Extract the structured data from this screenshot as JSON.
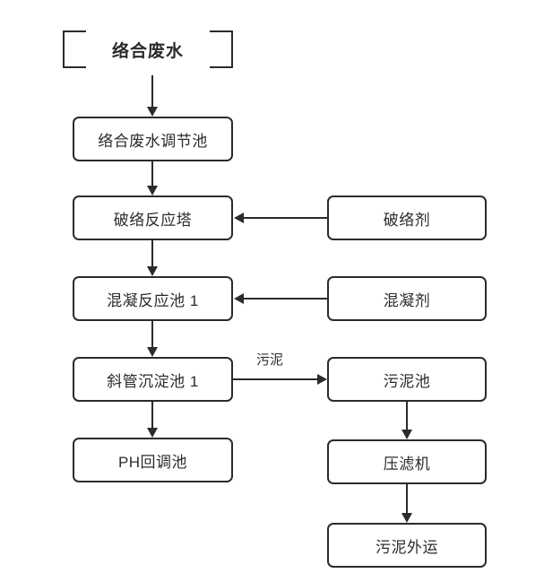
{
  "diagram": {
    "title": "络合废水",
    "source_node": {
      "label": "络合废水",
      "bracket_left": "[",
      "bracket_right": "]"
    },
    "main_chain": [
      {
        "id": "tiaojiechi",
        "label": "络合废水调节池"
      },
      {
        "id": "poluotower",
        "label": "破络反应塔"
      },
      {
        "id": "hunningchi1",
        "label": "混凝反应池 1"
      },
      {
        "id": "xieguanchi1",
        "label": "斜管沉淀池 1"
      },
      {
        "id": "phhuitiaochi",
        "label": "PH回调池"
      }
    ],
    "reagents": [
      {
        "id": "poluoji",
        "label": "破络剂"
      },
      {
        "id": "hunningji",
        "label": "混凝剂"
      }
    ],
    "sludge_chain": [
      {
        "id": "wunichi",
        "label": "污泥池"
      },
      {
        "id": "yalvji",
        "label": "压滤机"
      },
      {
        "id": "wuniwaiyun",
        "label": "污泥外运"
      }
    ],
    "edge_labels": {
      "sludge": "污泥"
    },
    "colors": {
      "stroke": "#2b2b2b",
      "background": "#ffffff",
      "text": "#2b2b2b"
    }
  }
}
